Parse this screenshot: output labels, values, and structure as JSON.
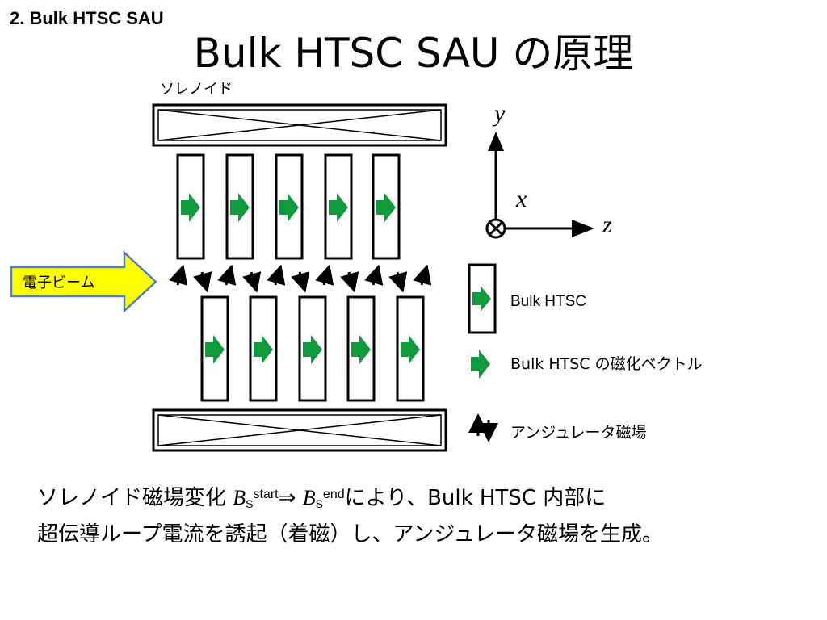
{
  "slide": {
    "section": "2. Bulk HTSC SAU",
    "title": "Bulk HTSC SAU の原理"
  },
  "diagram": {
    "solenoid_label": "ソレノイド",
    "electron_beam_label": "電子ビーム",
    "axes": {
      "y": "y",
      "x": "x",
      "z": "z"
    },
    "legend": [
      {
        "icon": "htsc-bulk-icon",
        "label": "Bulk HTSC"
      },
      {
        "icon": "magnetization-arrow-icon",
        "label": "Bulk HTSC の磁化ベクトル"
      },
      {
        "icon": "undulator-field-arrows-icon",
        "label": "アンジュレータ磁場"
      }
    ],
    "colors": {
      "magnetization": "#0f9a3c",
      "beam_arrow": "#ffff00",
      "beam_arrow_border": "#4f81bd"
    }
  },
  "description": {
    "line1_prefix": "ソレノイド磁場変化 ",
    "b_symbol": "B",
    "b_sub": "S",
    "start_sup": "start",
    "arrow": "⇒ ",
    "end_sup": "end",
    "line1_suffix": "により、Bulk HTSC 内部に",
    "line2": "超伝導ループ電流を誘起（着磁）し、アンジュレータ磁場を生成。"
  }
}
